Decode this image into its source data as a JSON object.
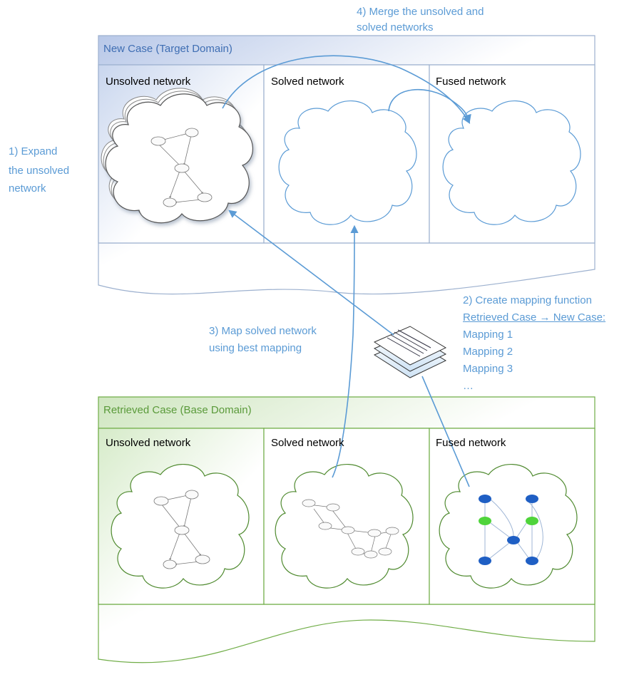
{
  "top_case": {
    "title": "New Case (Target Domain)",
    "panels": [
      "Unsolved network",
      "Solved network",
      "Fused network"
    ]
  },
  "bottom_case": {
    "title": "Retrieved Case (Base Domain)",
    "panels": [
      "Unsolved network",
      "Solved network",
      "Fused network"
    ]
  },
  "steps": {
    "expand": [
      "1) Expand",
      "the unsolved",
      "network"
    ],
    "mapping": {
      "title": "2) Create mapping function",
      "subtitle": "Retrieved Case → New Case:",
      "items": [
        "Mapping 1",
        "Mapping 2",
        "Mapping 3",
        "…"
      ]
    },
    "map_solved": [
      "3) Map solved network",
      "using best mapping"
    ],
    "merge": [
      "4) Merge the unsolved and",
      "solved networks"
    ]
  },
  "colors": {
    "target_border": "#9db1cf",
    "base_border": "#70ad47",
    "arrow": "#5b9bd5",
    "node_blue": "#1f5fc4",
    "node_green": "#4fd43b"
  }
}
